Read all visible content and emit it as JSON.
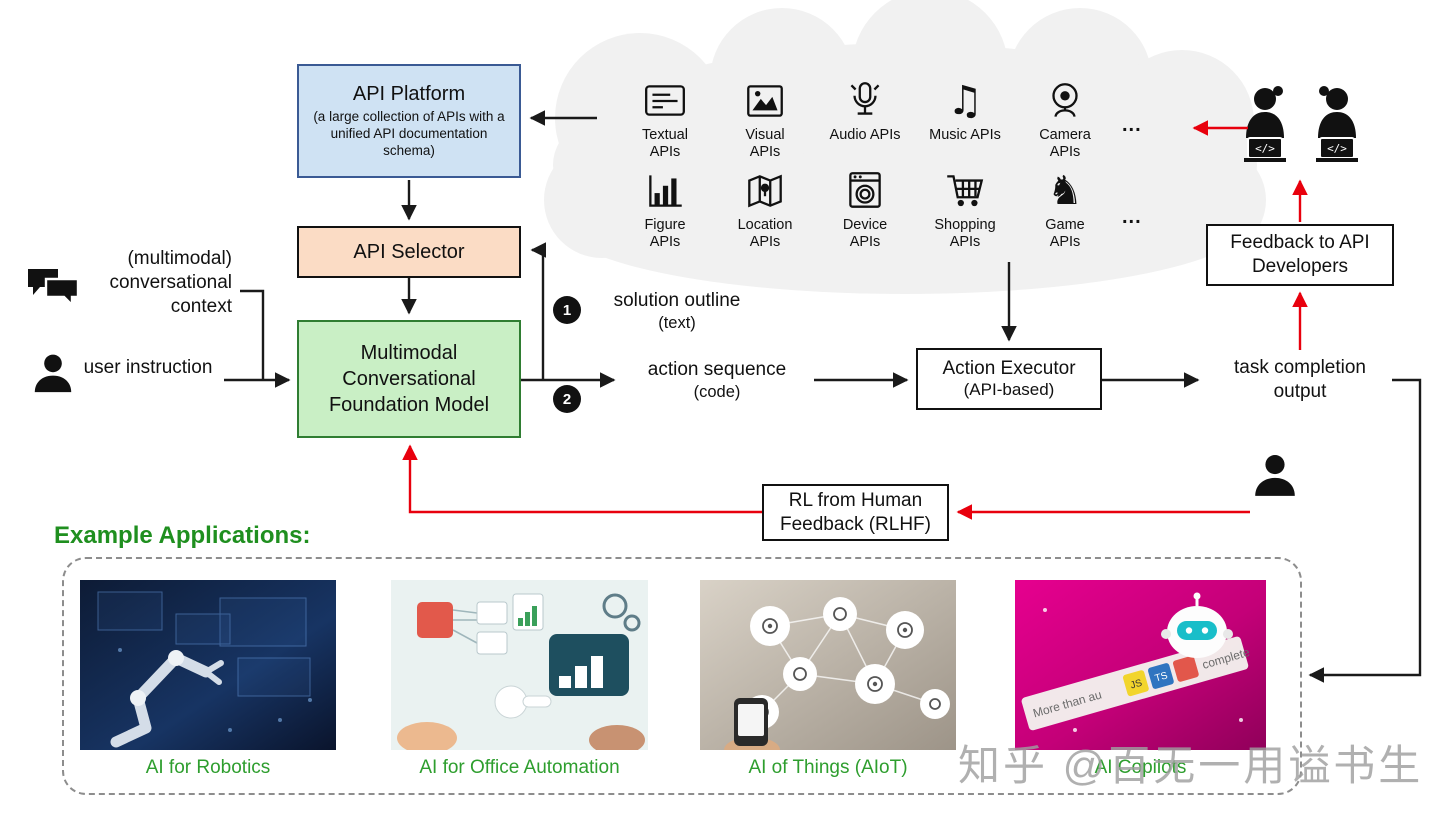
{
  "diagram": {
    "api_platform": {
      "title": "API Platform",
      "subtitle": "(a large collection of APIs with a unified API documentation  schema)"
    },
    "api_selector": {
      "label": "API Selector"
    },
    "foundation_model": {
      "label": "Multimodal Conversational Foundation Model"
    },
    "action_executor": {
      "title": "Action Executor",
      "subtitle": "(API-based)"
    },
    "feedback_developers": {
      "label": "Feedback to API Developers"
    },
    "rlhf": {
      "label": "RL from Human Feedback (RLHF)"
    },
    "inputs": {
      "context": "(multimodal) conversational context",
      "instruction": "user instruction"
    },
    "flow": {
      "step1_badge": "1",
      "step2_badge": "2",
      "solution_outline": "solution outline",
      "solution_outline_sub": "(text)",
      "action_sequence": "action sequence",
      "action_sequence_sub": "(code)",
      "task_completion": "task completion",
      "task_completion_sub": "output"
    },
    "cloud": {
      "row1": [
        {
          "label": "Textual APIs"
        },
        {
          "label": "Visual APIs"
        },
        {
          "label": "Audio APIs"
        },
        {
          "label": "Music APIs"
        },
        {
          "label": "Camera APIs"
        }
      ],
      "row2": [
        {
          "label": "Figure APIs"
        },
        {
          "label": "Location APIs"
        },
        {
          "label": "Device APIs"
        },
        {
          "label": "Shopping APIs"
        },
        {
          "label": "Game APIs"
        }
      ],
      "ellipsis": "..."
    },
    "icons": {
      "music_glyph": "♫",
      "game_glyph": "♞"
    }
  },
  "examples": {
    "heading": "Example Applications:",
    "items": [
      {
        "label": "AI for Robotics"
      },
      {
        "label": "AI for Office Automation"
      },
      {
        "label": "AI of Things (AIoT)"
      },
      {
        "label": "AI Copilots"
      }
    ],
    "copilot_ribbon": {
      "left": "More than au",
      "right": "complete",
      "badge1": "JS",
      "badge2": "TS"
    }
  },
  "watermark": "知乎 @百无一用谥书生",
  "colors": {
    "arrow_black": "#1a1a1a",
    "arrow_red": "#e8000d",
    "platform_fill": "#cfe2f3",
    "selector_fill": "#fbdcc5",
    "model_fill": "#c9efc5",
    "example_green": "#2e9e2e"
  }
}
